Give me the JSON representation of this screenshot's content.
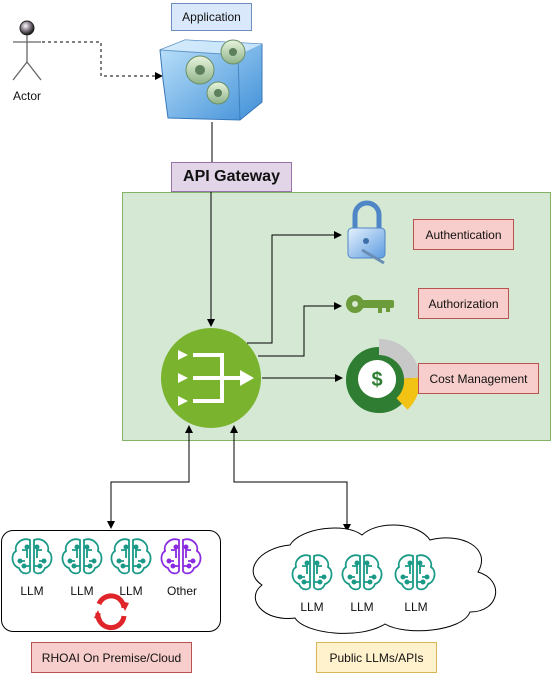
{
  "actor": {
    "label": "Actor"
  },
  "application": {
    "label": "Application"
  },
  "gateway": {
    "label": "API Gateway"
  },
  "services": {
    "authentication": "Authentication",
    "authorization": "Authorization",
    "cost_management": "Cost Management"
  },
  "rhoai": {
    "models": [
      "LLM",
      "LLM",
      "LLM",
      "Other"
    ],
    "label": "RHOAI On Premise/Cloud"
  },
  "public": {
    "models": [
      "LLM",
      "LLM",
      "LLM"
    ],
    "label": "Public LLMs/APIs"
  },
  "colors": {
    "gateway_area": "#d5e8d4",
    "gateway_icon": "#7ab32e",
    "llm_icon": "#1a9a86",
    "other_icon": "#8a2be2",
    "redhat": "#e0252a"
  }
}
